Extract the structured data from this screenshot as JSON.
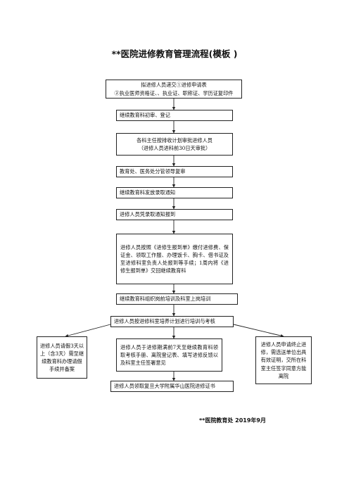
{
  "title": "**医院进修教育管理流程(模板 )",
  "steps": [
    {
      "line1": "拟进修人员递交①进修申请表",
      "line2": "②执业医师资格证、、执业证、职称证、学历证复印件"
    },
    {
      "text": "继续教育科初审、登记"
    },
    {
      "line1": "各科主任按排收计划审批进修人员",
      "line2": "（进修人员进科前30日天审批）"
    },
    {
      "text": "教育处、医务处分管领导复审"
    },
    {
      "text": "继续教育科发放录取通知"
    },
    {
      "text": "进修人员凭录取通知报到"
    },
    {
      "text": "进修人员按照《进修生报到单》缴付进修费、保证金、领取工作服、办理饭卡、胸卡、借书证及至进修科室负责人处报到等手续；1周内将《进修生报到单》交回继续教育科"
    },
    {
      "text": "继续教育科组织岗前培训及科室上岗培训"
    },
    {
      "text": "进修人员按进修科室培养计划进行培训与考核"
    },
    {
      "text": "进修人员于进修期满前7天至继续教育科领取考核手册、离院登记表、填写进修反馈以及科室主任签署意见"
    },
    {
      "text": "进修人员领取复旦大学附属华山医院进修证书"
    }
  ],
  "side_left": "进修人员请假3天以上（含3天）需至继续教育科办理请假手续并备案",
  "side_right": "进修人员申请终止进修，需选送单位出具有效证明，交所在科室主任签字同意方能离院",
  "footer": "**医院教育处  2019年9月"
}
